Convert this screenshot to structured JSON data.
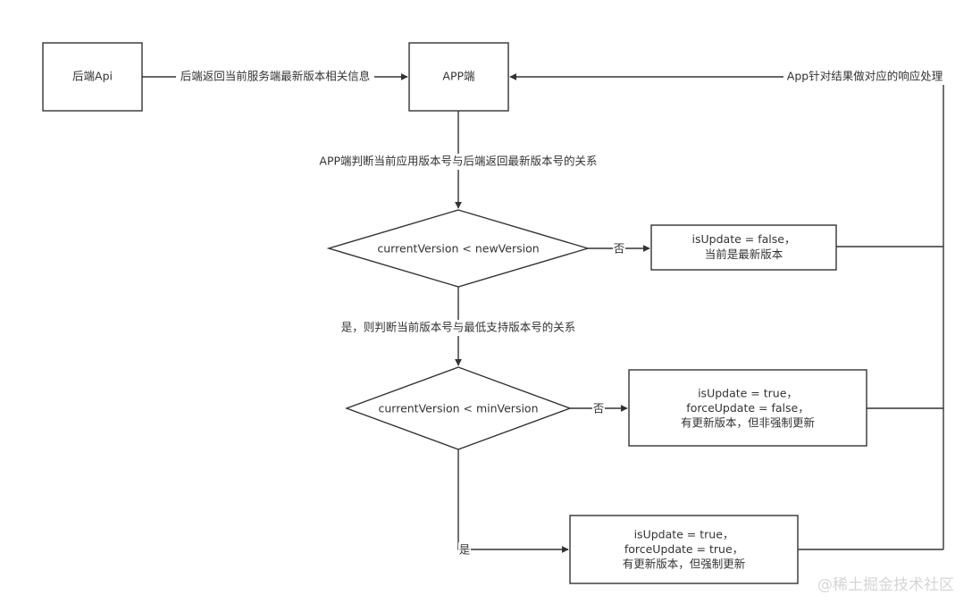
{
  "nodes": {
    "backend_api": "后端Api",
    "app": "APP端",
    "check_new": "currentVersion < newVersion",
    "check_min": "currentVersion < minVersion",
    "result_latest": [
      "isUpdate = false，",
      "当前是最新版本"
    ],
    "result_optional": [
      "isUpdate = true，",
      "forceUpdate = false，",
      "有更新版本，但非强制更新"
    ],
    "result_force": [
      "isUpdate = true，",
      "forceUpdate = true，",
      "有更新版本，但强制更新"
    ]
  },
  "edges": {
    "backend_to_app": "后端返回当前服务端最新版本相关信息",
    "app_to_check_new": "APP端判断当前应用版本号与后端返回最新版本号的关系",
    "check_new_no": "否",
    "check_new_yes": "是，则判断当前版本号与最低支持版本号的关系",
    "check_min_no": "否",
    "check_min_yes": "是",
    "feedback": "App针对结果做对应的响应处理"
  },
  "watermark": "@稀土掘金技术社区"
}
